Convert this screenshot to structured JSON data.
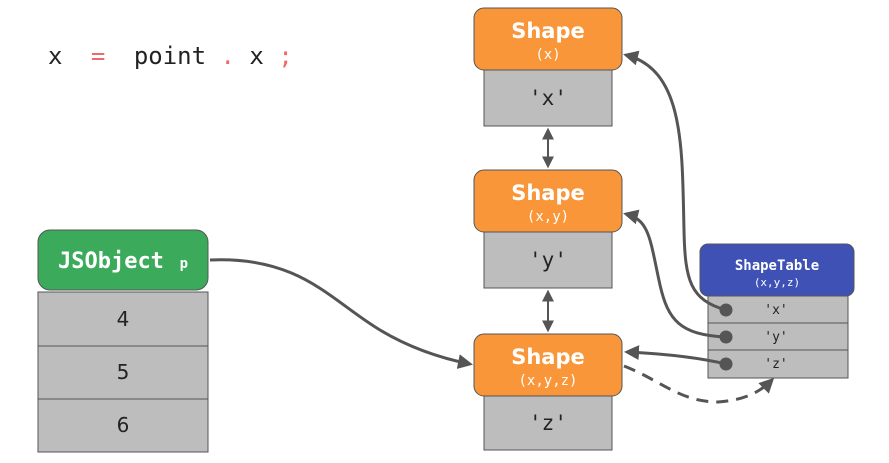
{
  "code": {
    "var": "x",
    "eq": "=",
    "obj": "point",
    "dot": ".",
    "prop": "x",
    "semi": ";"
  },
  "jsobject": {
    "title": "JSObject",
    "suffix": "p",
    "values": [
      "4",
      "5",
      "6"
    ]
  },
  "shapes": [
    {
      "title": "Shape",
      "props": "(x)",
      "key": "'x'"
    },
    {
      "title": "Shape",
      "props": "(x,y)",
      "key": "'y'"
    },
    {
      "title": "Shape",
      "props": "(x,y,z)",
      "key": "'z'"
    }
  ],
  "shape_table": {
    "title": "ShapeTable",
    "props": "(x,y,z)",
    "rows": [
      "'x'",
      "'y'",
      "'z'"
    ]
  },
  "colors": {
    "orange": "#F9963A",
    "green": "#3BAA5A",
    "blue": "#3F51B5",
    "gray_fill": "#BDBDBD",
    "gray_stroke": "#555555",
    "arrow": "#555555",
    "code_text": "#222222",
    "code_punct": "#EC6A6A"
  }
}
